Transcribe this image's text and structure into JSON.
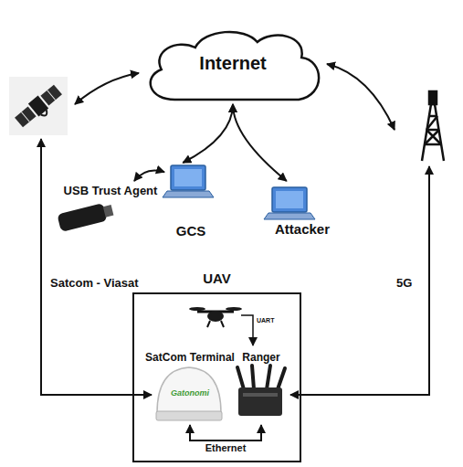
{
  "diagram": {
    "nodes": [
      {
        "text": [
          "Internet"
        ]
      },
      {
        "text": [
          "USB Trust Agent"
        ]
      },
      {
        "text": [
          "GCS"
        ]
      },
      {
        "text": [
          "Attacker"
        ]
      },
      {
        "text": [
          "UAV"
        ]
      },
      {
        "text": [
          "SatCom Terminal",
          "Gatonomi"
        ],
        "in": 4
      },
      {
        "text": [
          "Ranger"
        ],
        "in": 4
      }
    ],
    "edges": [
      {
        "from": 0,
        "to": 2,
        "arrow": "both"
      },
      {
        "from": 0,
        "to": 3,
        "arrow": "both"
      },
      {
        "from": 1,
        "to": 2,
        "arrow": "both"
      },
      {
        "from": 5,
        "to": 6,
        "label": "Ethernet",
        "arrow": "both"
      }
    ],
    "labels": [
      "Satcom - Viasat",
      "5G",
      "UART"
    ]
  }
}
